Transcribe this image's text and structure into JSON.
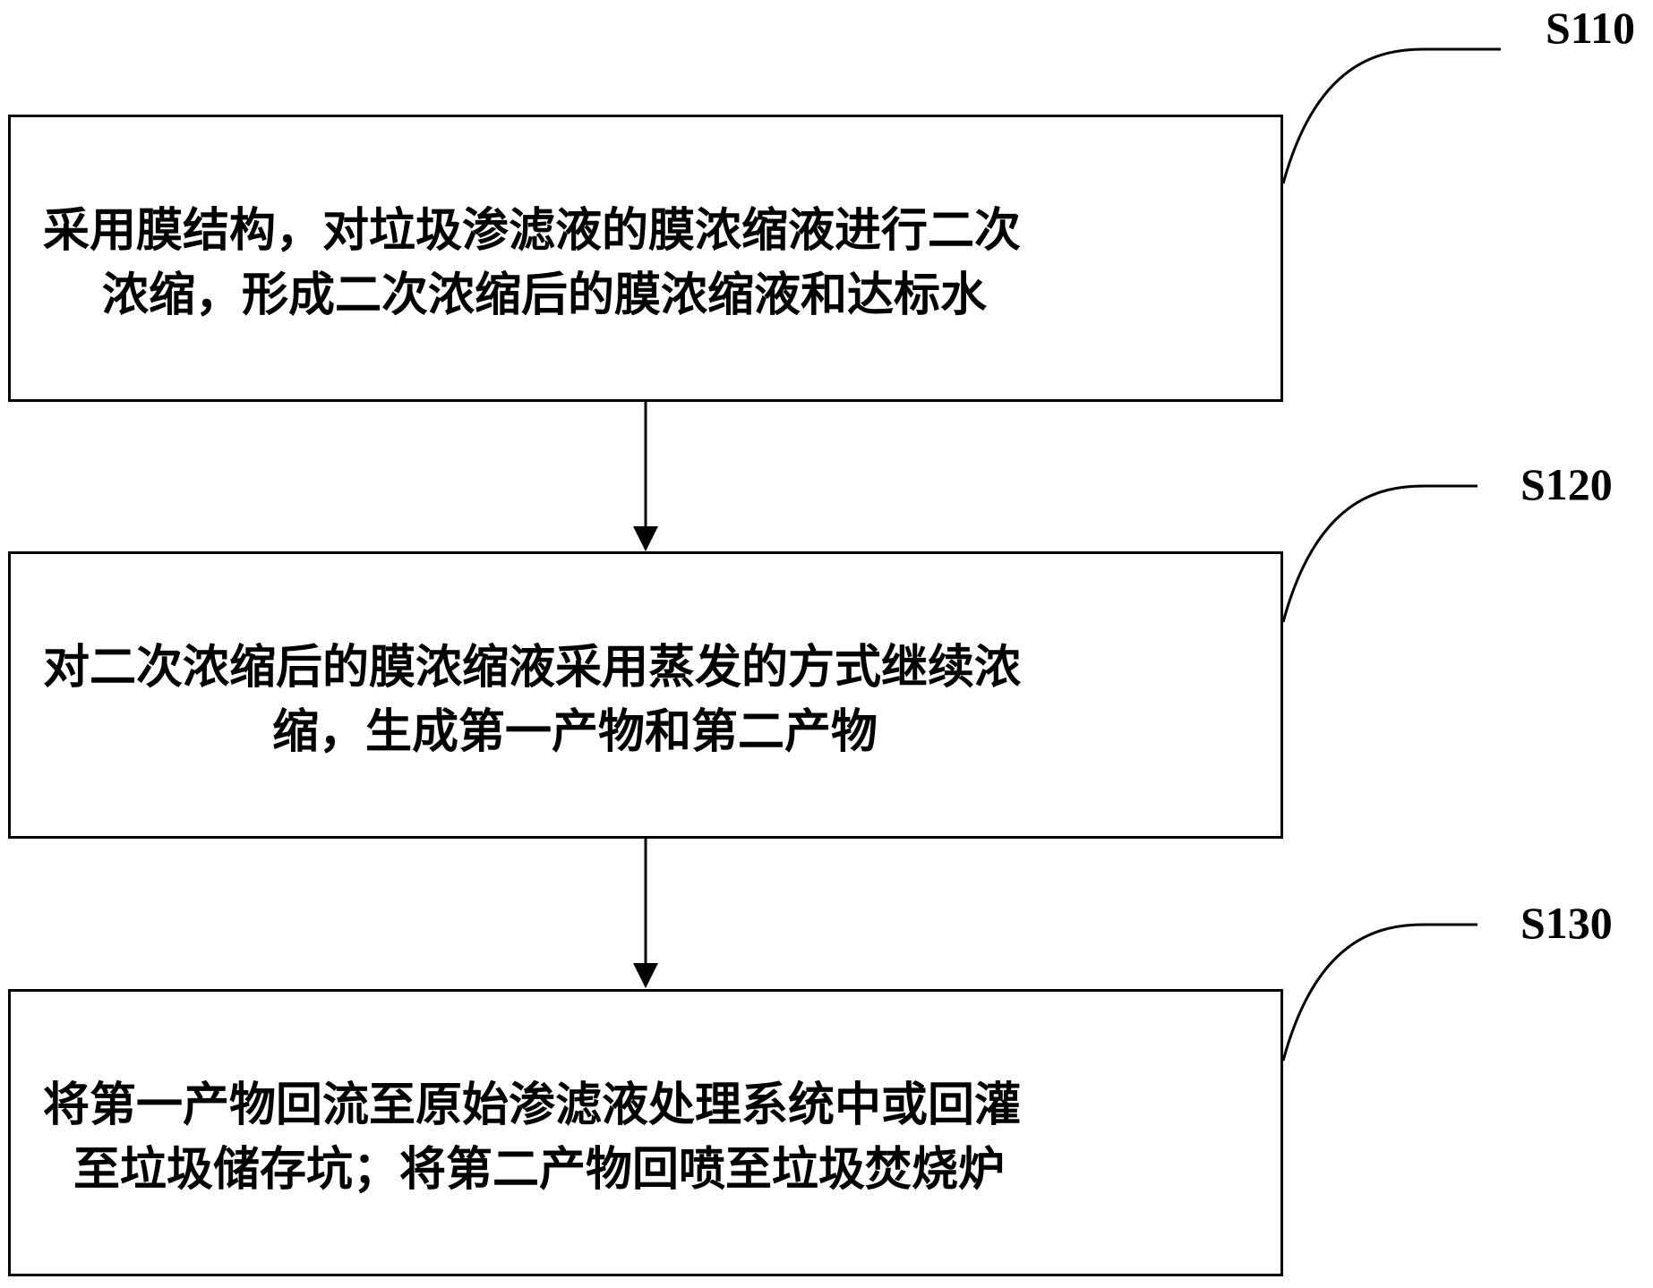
{
  "steps": [
    {
      "id": "S110",
      "lines": [
        "采用膜结构，对垃圾渗滤液的膜浓缩液进行二次",
        "浓缩，形成二次浓缩后的膜浓缩液和达标水"
      ]
    },
    {
      "id": "S120",
      "lines": [
        "对二次浓缩后的膜浓缩液采用蒸发的方式继续浓",
        "缩，生成第一产物和第二产物"
      ]
    },
    {
      "id": "S130",
      "lines": [
        "将第一产物回流至原始渗滤液处理系统中或回灌",
        "至垃圾储存坑；将第二产物回喷至垃圾焚烧炉"
      ]
    }
  ],
  "colors": {
    "stroke": "#000000",
    "background": "#ffffff"
  }
}
